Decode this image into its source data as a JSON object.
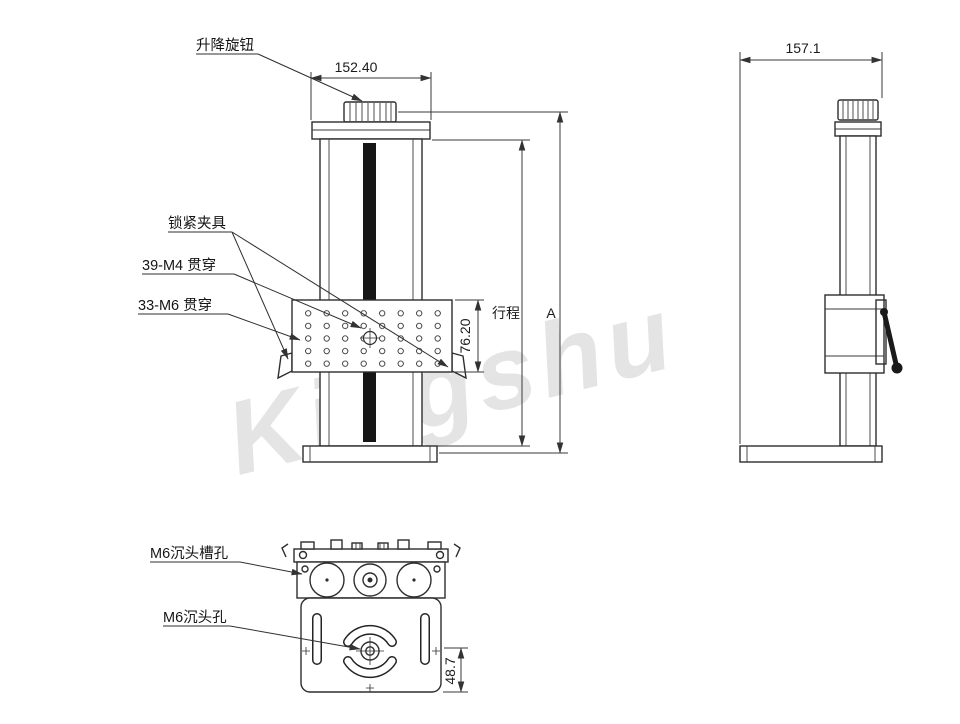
{
  "meta": {
    "watermark": "Kingshu"
  },
  "front_view": {
    "labels": {
      "lift_knob": "升降旋钮",
      "locking_clamp": "锁紧夹具",
      "m4_holes": "39-M4 贯穿",
      "m6_holes": "33-M6 贯穿"
    },
    "dimensions": {
      "top_width": "152.40",
      "plate_height": "76.20",
      "travel": "行程",
      "overall_height": "A"
    }
  },
  "side_view": {
    "dimensions": {
      "base_width": "157.1"
    }
  },
  "bottom_view": {
    "labels": {
      "m6_slot": "M6沉头槽孔",
      "m6_hole": "M6沉头孔"
    },
    "dimensions": {
      "base_depth": "48.7"
    }
  }
}
